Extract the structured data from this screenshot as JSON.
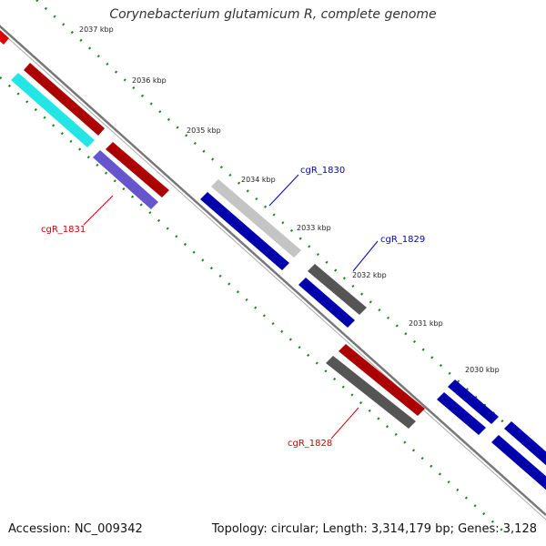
{
  "title": "Corynebacterium glutamicum R, complete genome",
  "footer": {
    "accession": "Accession: NC_009342",
    "topology": "Topology: circular; Length: 3,314,179 bp; Genes: 3,128"
  },
  "ticks": [
    "2037 kbp",
    "2036 kbp",
    "2035 kbp",
    "2034 kbp",
    "2033 kbp",
    "2032 kbp",
    "2031 kbp",
    "2030 kbp"
  ],
  "gene_labels": [
    {
      "text": "cgR_1831",
      "color": "#cc0000"
    },
    {
      "text": "cgR_1830",
      "color": "#0000cc"
    },
    {
      "text": "cgR_1829",
      "color": "#0000cc"
    },
    {
      "text": "cgR_1828",
      "color": "#cc0000"
    }
  ],
  "colors": {
    "forward_strand": "#ff0000",
    "reverse_strand": "#0000ee",
    "cyan_feature": "#22e6e6",
    "purple_feature": "#6655cc",
    "light_gray_feature": "#c4c4c4",
    "dark_gray_feature": "#555555",
    "backbone": "#777777",
    "tick_marks": "#1a8a1a"
  }
}
